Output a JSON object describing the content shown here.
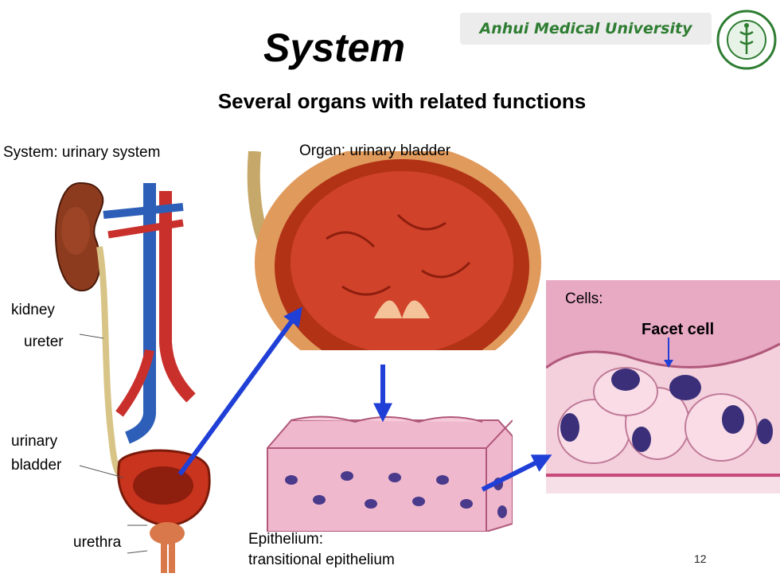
{
  "header": {
    "title": "System",
    "university": "Anhui Medical University",
    "subtitle": "Several organs with related functions"
  },
  "seal": {
    "icon": "university-seal-icon"
  },
  "captions": {
    "system": "System: urinary system",
    "organ": "Organ: urinary bladder",
    "cells": "Cells:",
    "facet_cell": "Facet cell",
    "epithelium_line1": "Epithelium:",
    "epithelium_line2": "transitional epithelium"
  },
  "anatomy_labels": {
    "kidney": "kidney",
    "ureter": "ureter",
    "bladder_line1": "urinary",
    "bladder_line2": "bladder",
    "urethra": "urethra"
  },
  "footer": {
    "page_number": "12"
  },
  "colors": {
    "arrow": "#1f3fd6",
    "university_text": "#2e7d32",
    "tissue_pink": "#f0b8cc",
    "bladder_red": "#c8341e"
  }
}
